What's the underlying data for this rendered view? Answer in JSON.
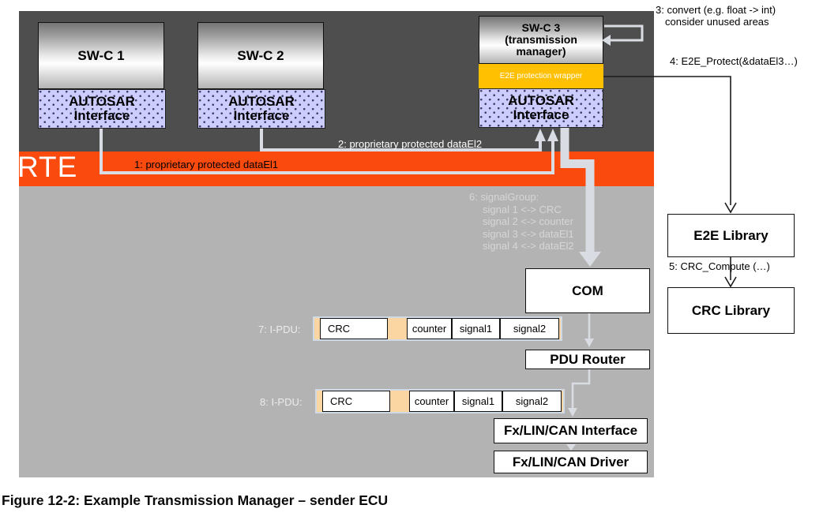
{
  "figure": {
    "caption": "Figure 12-2: Example Transmission Manager – sender ECU"
  },
  "colors": {
    "dark_gray_bg": "#4e4e4e",
    "rte_orange": "#fb4a0d",
    "light_gray_bg": "#b3b3b3",
    "interface_lavender": "#ccccff",
    "wrapper_gold": "#ffc002",
    "pdu_peach": "#fbd5a2",
    "connector_light": "#d9dde3"
  },
  "components": {
    "rte_label": "RTE",
    "swc1_label": "SW-C 1",
    "swc2_label": "SW-C 2",
    "swc3": {
      "line1": "SW-C 3",
      "line2": "(transmission",
      "line3": "manager)"
    },
    "wrapper_label": "E2E protection wrapper",
    "autosar_interface": {
      "line1": "AUTOSAR",
      "line2": "Interface"
    },
    "com_label": "COM",
    "pdu_router_label": "PDU Router",
    "fx_interface_label": "Fx/LIN/CAN Interface",
    "fx_driver_label": "Fx/LIN/CAN Driver",
    "e2e_library_label": "E2E Library",
    "crc_library_label": "CRC Library"
  },
  "annotations": {
    "note1": "1: proprietary protected dataEl1",
    "note2": "2: proprietary protected dataEl2",
    "note3_line1": "3: convert (e.g. float -> int)",
    "note3_line2": "consider unused areas",
    "note4": "4: E2E_Protect(&dataEl3…)",
    "note5": "5: CRC_Compute (…)",
    "note6": [
      "6: signalGroup:",
      "signal 1 <-> CRC",
      "signal 2 <-> counter",
      "signal 3 <-> dataEl1",
      "signal 4 <-> dataEl2"
    ]
  },
  "ipdu_rows": [
    {
      "label": "7: I-PDU:",
      "cells": [
        "CRC",
        "counter",
        "signal1",
        "signal2"
      ]
    },
    {
      "label": "8: I-PDU:",
      "cells": [
        "CRC",
        "counter",
        "signal1",
        "signal2"
      ]
    }
  ]
}
